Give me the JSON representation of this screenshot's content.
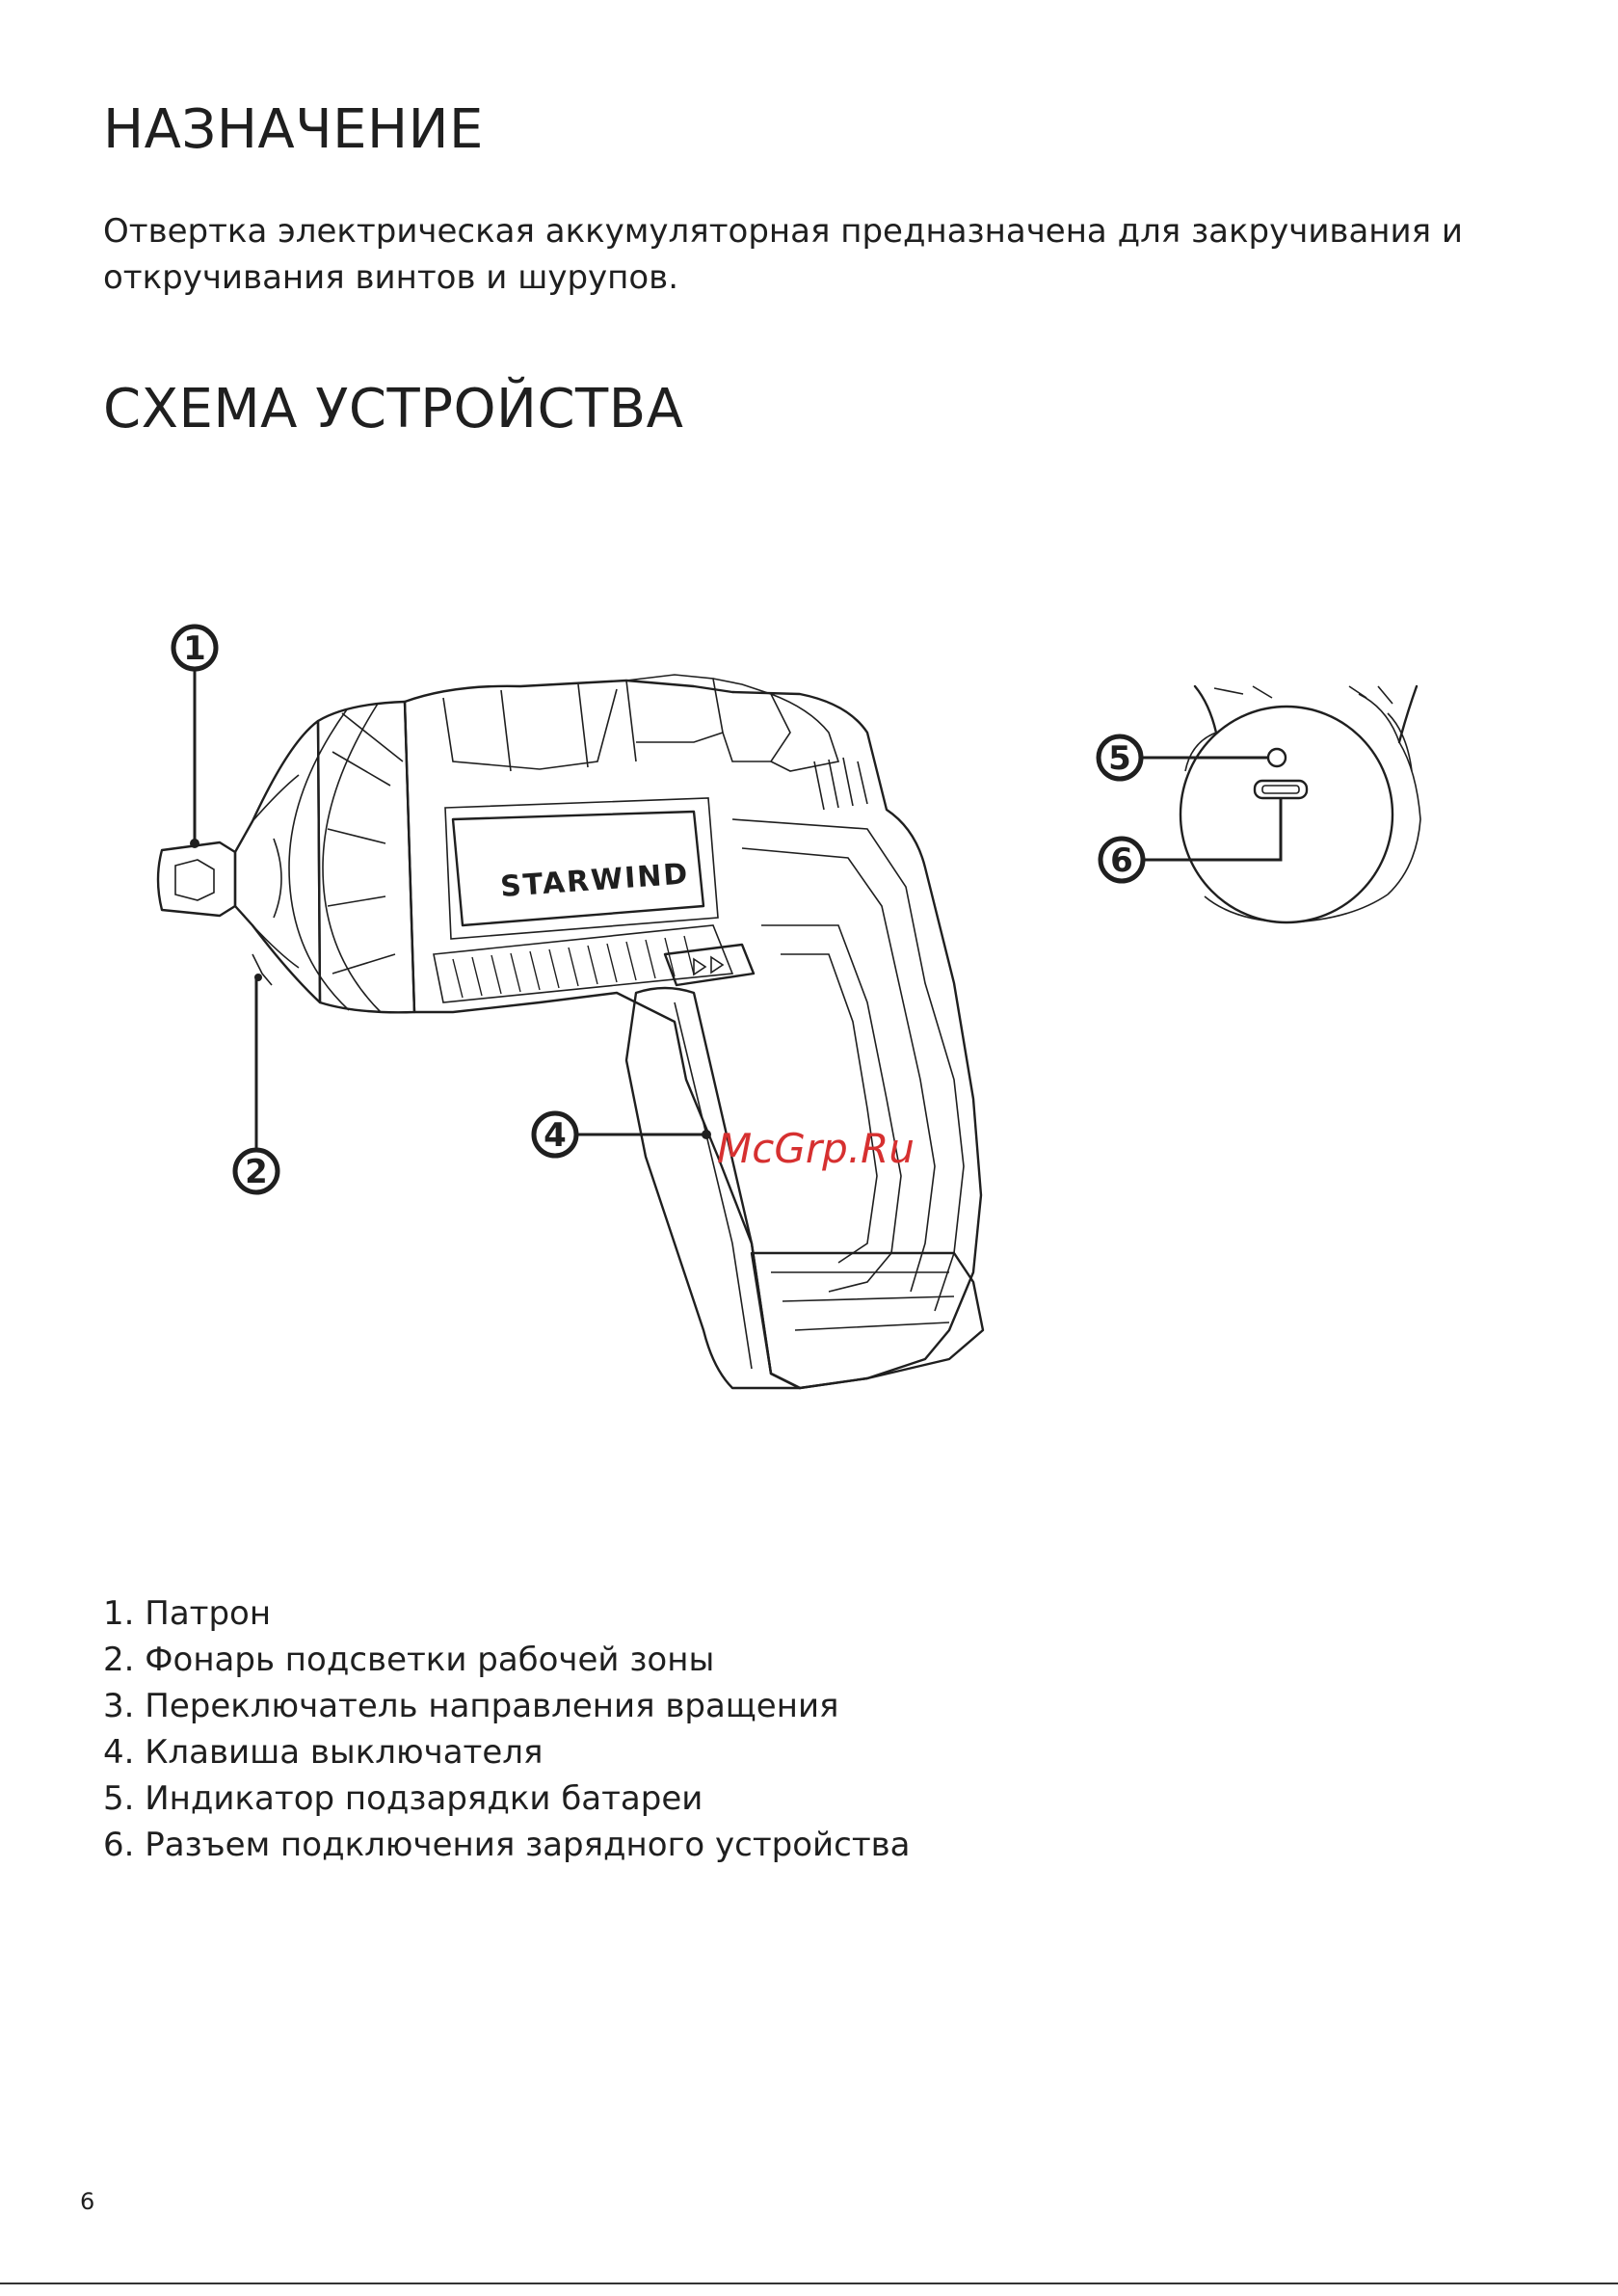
{
  "sections": {
    "purpose": {
      "title": "НАЗНАЧЕНИЕ",
      "text": "Отвертка электрическая аккумуляторная предназначена для закручивания и откручивания винтов и шурупов."
    },
    "scheme": {
      "title": "СХЕМА УСТРОЙСТВА"
    }
  },
  "diagram": {
    "brand": "STARWIND",
    "watermark": "McGrp.Ru",
    "callouts": [
      "1",
      "2",
      "4",
      "5",
      "6"
    ]
  },
  "legend": [
    "1. Патрон",
    "2. Фонарь подсветки рабочей зоны",
    "3. Переключатель направления вращения",
    "4. Клавиша выключателя",
    "5. Индикатор подзарядки батареи",
    "6. Разъем подключения зарядного устройства"
  ],
  "page_number": "6"
}
